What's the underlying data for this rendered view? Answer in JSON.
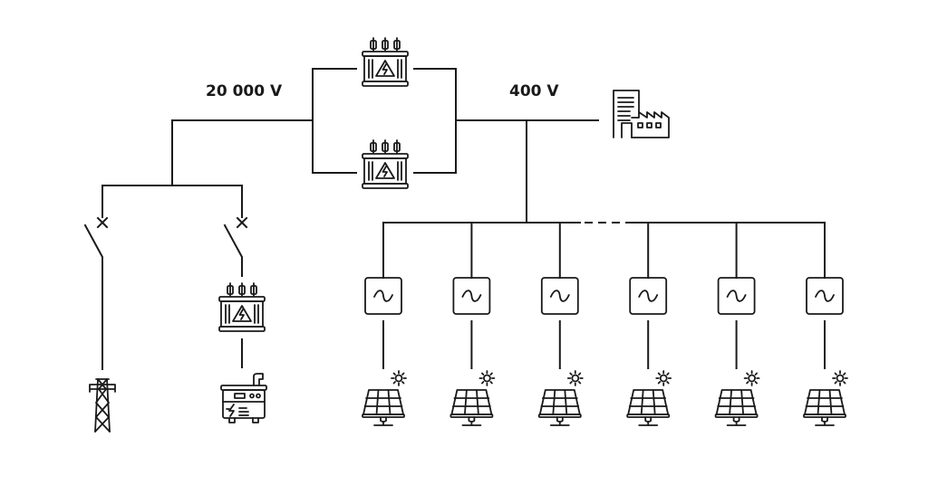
{
  "labels": {
    "high_voltage": "20 000 V",
    "low_voltage": "400 V"
  },
  "icons": {
    "transformer": "transformer-icon",
    "factory": "factory-icon",
    "pylon": "power-pylon-icon",
    "generator": "generator-icon",
    "inverter": "inverter-icon",
    "solar_panel": "solar-panel-icon",
    "switch": "circuit-breaker-icon"
  },
  "inverter_count": 6,
  "colors": {
    "line": "#1a1a1a",
    "background": "#ffffff"
  }
}
